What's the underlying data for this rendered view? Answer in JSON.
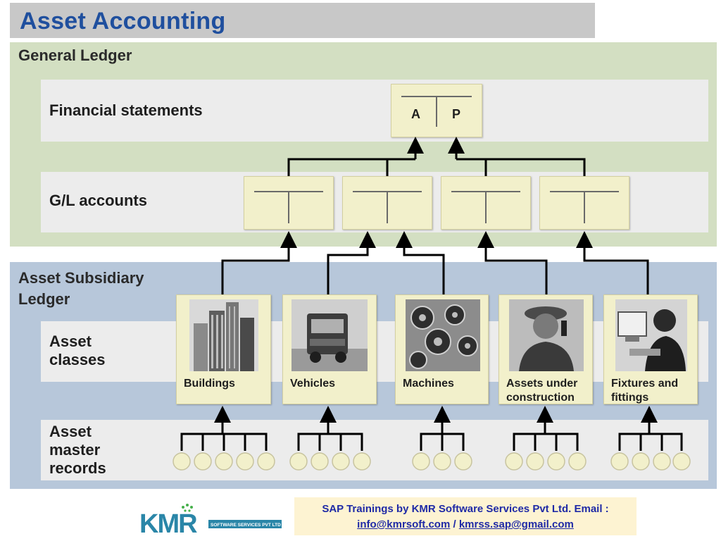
{
  "title": "Asset Accounting",
  "general_ledger": {
    "title": "General Ledger",
    "financial_statements": {
      "label": "Financial statements",
      "left": "A",
      "right": "P"
    },
    "gl_accounts": {
      "label": "G/L accounts",
      "account_count": 4
    }
  },
  "asset_subsidiary_ledger": {
    "title": "Asset Subsidiary\nLedger",
    "asset_classes_label": "Asset\nclasses",
    "asset_master_records_label": "Asset\nmaster\nrecords",
    "classes": [
      {
        "label": "Buildings",
        "image": "buildings-photo",
        "records": 5
      },
      {
        "label": "Vehicles",
        "image": "truck-photo",
        "records": 4
      },
      {
        "label": "Machines",
        "image": "gears-photo",
        "records": 3
      },
      {
        "label": "Assets under\nconstruction",
        "image": "construction-worker-photo",
        "records": 4
      },
      {
        "label": "Fixtures and\nfittings",
        "image": "office-worker-photo",
        "records": 4
      }
    ]
  },
  "footer": {
    "line1": "SAP Trainings by KMR Software Services Pvt Ltd. Email :",
    "email1": "info@kmrsoft.com",
    "separator": "/",
    "email2": "kmrss.sap@gmail.com"
  },
  "logo": {
    "text": "KMR",
    "tagline": "SOFTWARE SERVICES PVT LTD"
  },
  "colors": {
    "title": "#1f4f9e",
    "general_ledger_bg": "#d3dfc2",
    "subsidiary_ledger_bg": "#b7c7da",
    "box_fill": "#f2f0cb",
    "footer_text": "#1f2aa6"
  }
}
